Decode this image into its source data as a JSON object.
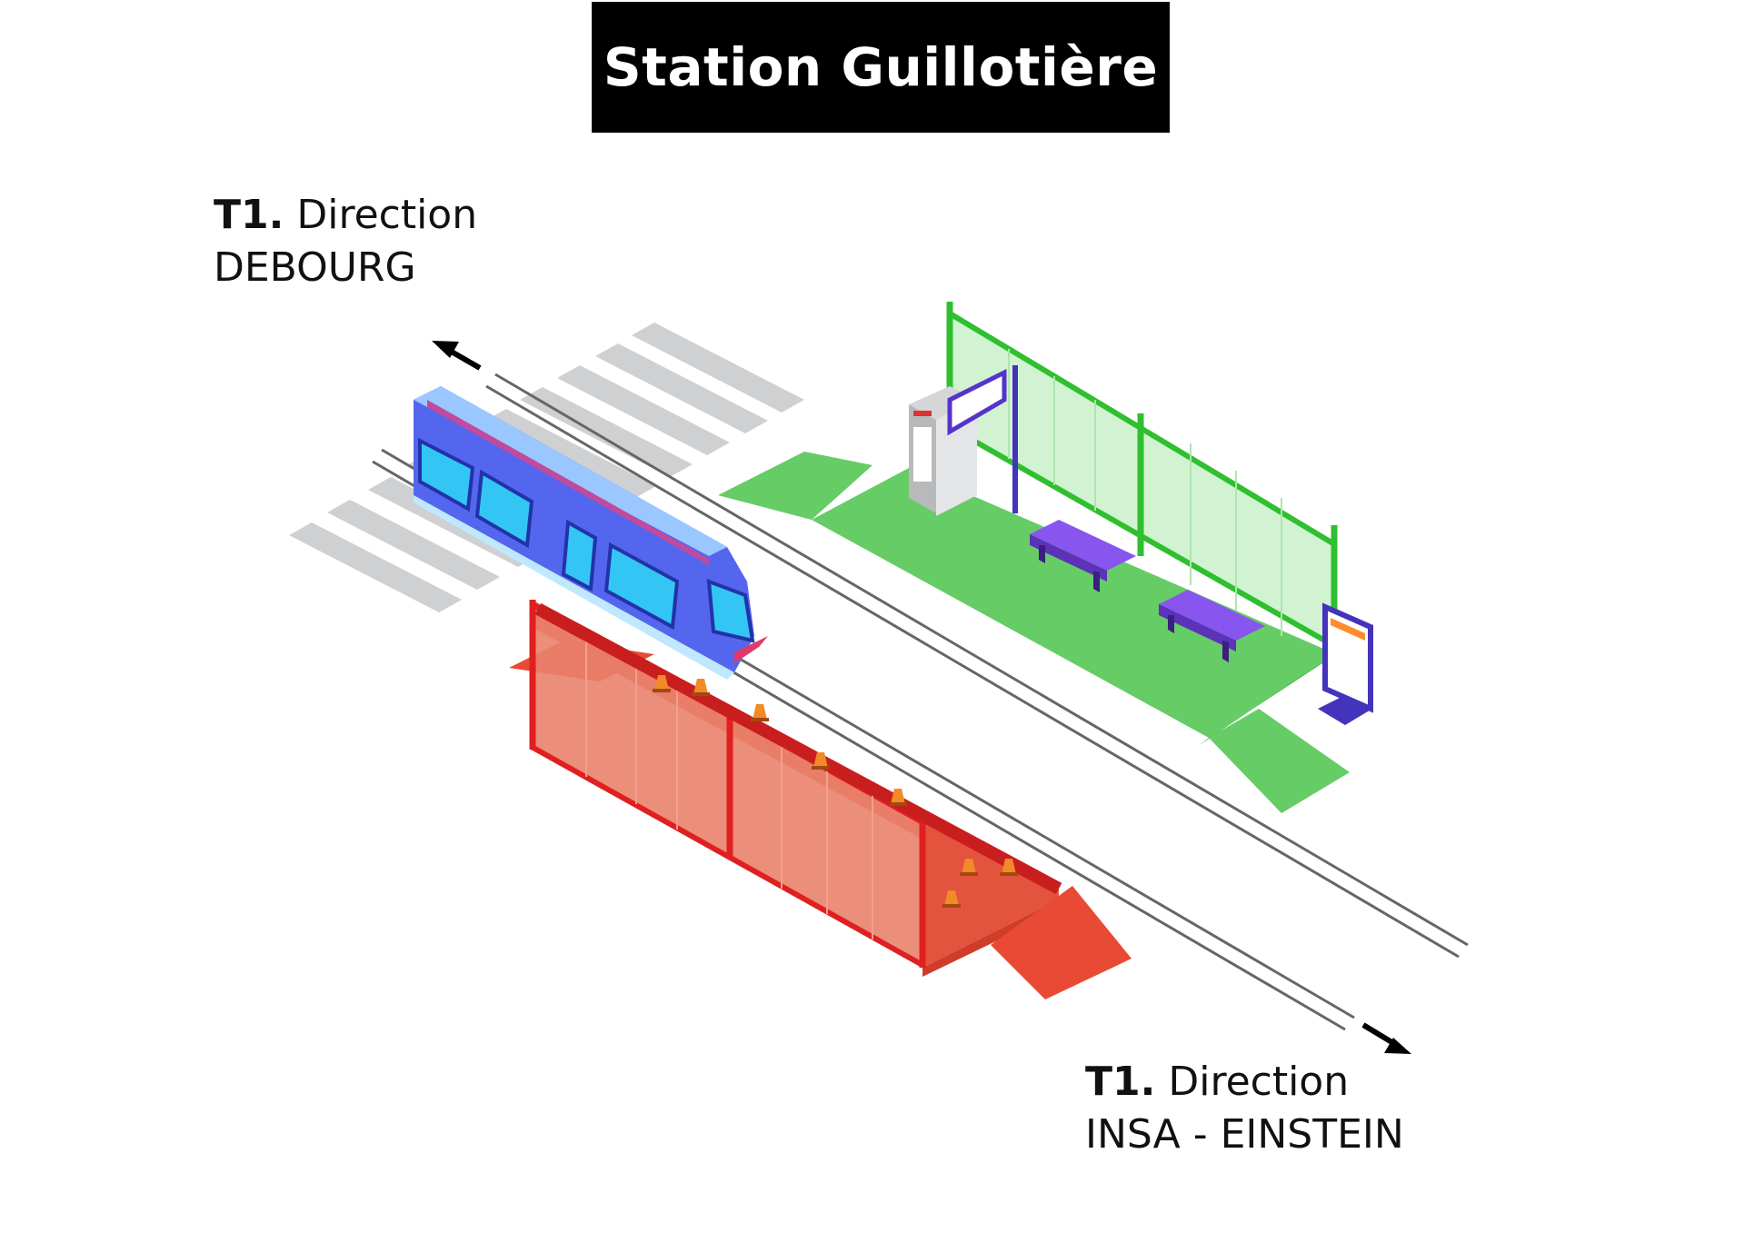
{
  "title": "Station Guillotière",
  "directions": {
    "northwest": {
      "line": "T1.",
      "word": "Direction",
      "destination": "DEBOURG"
    },
    "southeast": {
      "line": "T1.",
      "word": "Direction",
      "destination": "INSA - EINSTEIN"
    }
  },
  "colors": {
    "open_platform": "#66cc66",
    "closed_platform": "#e84a35",
    "tram_body": "#5566ee",
    "tram_window": "#33c6f4",
    "bench": "#7744dd",
    "crosswalk": "#cfd0d2"
  },
  "icons": [
    "arrow-nw-icon",
    "arrow-se-icon",
    "tram-icon",
    "traffic-cone-icon",
    "bench-icon",
    "ticket-machine-icon",
    "info-totem-icon"
  ]
}
